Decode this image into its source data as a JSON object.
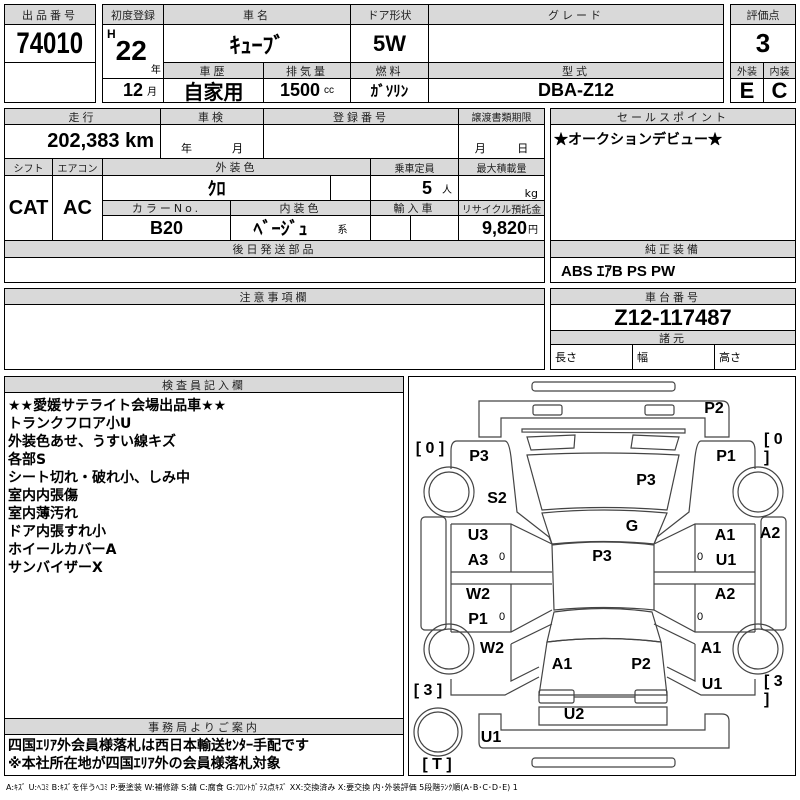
{
  "lot": {
    "label": "出品番号",
    "value": "74010"
  },
  "header": {
    "first_reg": "初度登録",
    "car_name": "車名",
    "door": "ドア形状",
    "grade": "グレード",
    "score": "評価点",
    "history": "車歴",
    "displacement": "排気量",
    "fuel": "燃料",
    "model_code": "型式",
    "exterior": "外装",
    "interior": "内装"
  },
  "values": {
    "era": "H",
    "year": "22",
    "year_unit": "年",
    "month": "12",
    "month_unit": "月",
    "car_name": "ｷｭｰﾌﾞ",
    "door": "5W",
    "grade": "",
    "score": "3",
    "history": "自家用",
    "displacement": "1500",
    "cc": "cc",
    "fuel": "ｶﾞｿﾘﾝ",
    "model_code": "DBA-Z12",
    "exterior": "E",
    "interior": "C"
  },
  "mid": {
    "mileage_label": "走行",
    "mileage": "202,383",
    "km": "km",
    "inspection_label": "車検",
    "year_unit": "年",
    "month_unit": "月",
    "reg_no_label": "登録番号",
    "transfer_label": "譲渡書類期限",
    "day_unit": "日",
    "shift_label": "シフト",
    "ac_label": "エアコン",
    "ext_color_label": "外装色",
    "capacity_label": "乗車定員",
    "max_load_label": "最大積載量",
    "shift": "CAT",
    "ac": "AC",
    "ext_color": "ｸﾛ",
    "capacity": "5",
    "person_unit": "人",
    "kg": "kg",
    "color_no_label": "カラーNo.",
    "int_color_label": "内装色",
    "import_label": "輸入車",
    "recycle_label": "リサイクル預託金",
    "color_no": "B20",
    "int_color": "ﾍﾞｰｼﾞｭ",
    "kei": "系",
    "recycle": "9,820",
    "yen": "円",
    "later_parts_label": "後日発送部品"
  },
  "sales": {
    "label": "セールスポイント",
    "text": "★オークションデビュー★",
    "equipment_label": "純正装備",
    "equipment": "ABS ｴｱB PS PW"
  },
  "notes": {
    "label": "注意事項欄"
  },
  "chassis": {
    "label": "車台番号",
    "value": "Z12-117487",
    "spec_label": "諸元",
    "length": "長さ",
    "width": "幅",
    "height": "高さ"
  },
  "inspector": {
    "label": "検査員記入欄",
    "lines": [
      "★★愛媛サテライト会場出品車★★",
      "トランクフロア小U",
      "外装色あせ、うすい線キズ",
      "各部S",
      "シート切れ・破れ小、しみ中",
      "室内内張傷",
      "室内薄汚れ",
      "ドア内張すれ小",
      "ホイールカバーA",
      "サンバイザーX"
    ]
  },
  "office": {
    "label": "事務局よりご案内",
    "lines": [
      "四国ｴﾘｱ外会員様落札は西日本輸送ｾﾝﾀｰ手配です",
      "※本社所在地が四国ｴﾘｱ外の会員様落札対象"
    ]
  },
  "diagram": {
    "marks": [
      "P2",
      "[ 0 ]",
      "P3",
      "P1",
      "[ 0 ]",
      "P3",
      "S2",
      "G",
      "U3",
      "A1",
      "A2",
      "A3",
      "0",
      "P3",
      "0",
      "U1",
      "W2",
      "A2",
      "P1",
      "0",
      "0",
      "W2",
      "A1",
      "A1",
      "P2",
      "U1",
      "[ 3 ]",
      "[ 3 ]",
      "U2",
      "U1",
      "[ T ]"
    ]
  },
  "legend": "A:ｷｽﾞ U:ﾍｺﾐ B:ｷｽﾞを伴うﾍｺﾐ P:要塗装 W:補修跡 S:錆 C:腐食 G:ﾌﾛﾝﾄｶﾞﾗｽ点ｷｽﾞ XX:交換済み X:要交換 内･外装評価 5段階ﾗﾝｸ順(A･B･C･D･E) 1"
}
